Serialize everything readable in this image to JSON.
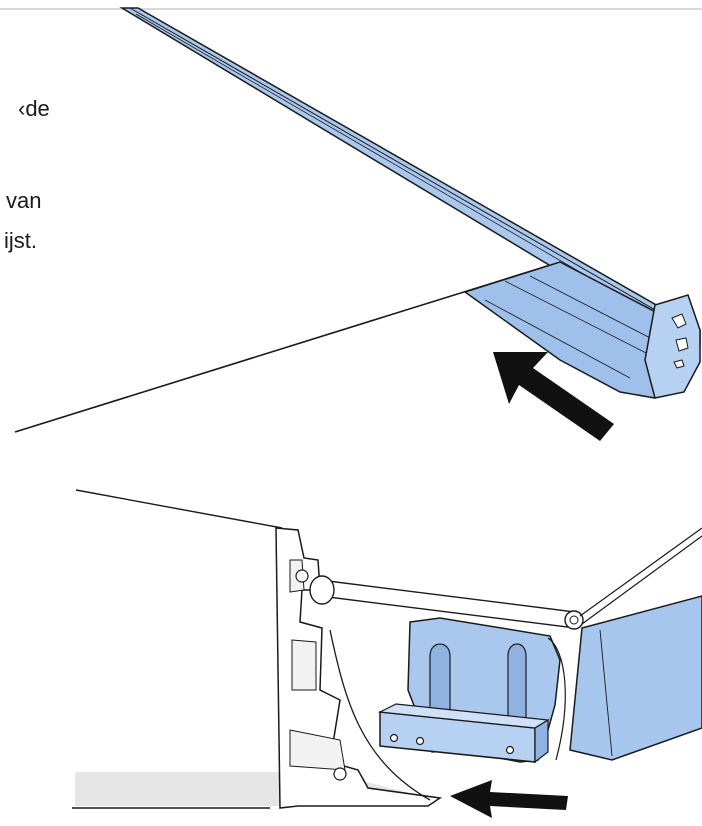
{
  "text_fragments": [
    "‹de",
    "van",
    "ijst."
  ],
  "colors": {
    "profile_blue": "#aac8ee",
    "profile_blue_dark": "#8fb2e0",
    "outline": "#1a1a1a",
    "arrow": "#111111",
    "shadow_gray": "#e6e6e6"
  },
  "icons": {
    "arrow_top": "arrow-icon",
    "arrow_bottom": "arrow-icon"
  }
}
